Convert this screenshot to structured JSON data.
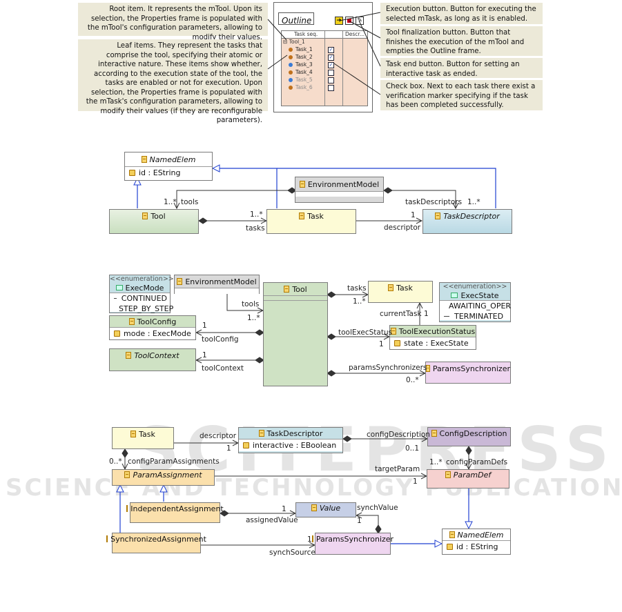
{
  "notes": {
    "root_item": "Root item. It represents the mTool. Upon its selection, the Properties frame is populated with the mTool's configuration parameters, allowing to modify their values.",
    "leaf_items": "Leaf items. They represent the tasks that comprise the tool, specifying their atomic or interactive nature. These items show whether, according to the execution state of the tool, the tasks are enabled or not for execution. Upon selection, the Properties frame is populated with the mTask's configuration parameters, allowing to modify their values (if they are reconfigurable parameters).",
    "execution_button": "Execution button. Button for executing the selected mTask, as long as it is enabled.",
    "tool_finalization_button": "Tool finalization button. Button that finishes the execution of the mTool and empties the Outline frame.",
    "task_end_button": "Task end button. Button for setting an interactive task as ended.",
    "check_box": "Check box. Next to each task there exist a verification marker specifying if the task has been completed successfully."
  },
  "outline": {
    "title": "Outline",
    "col_task": "Task seq.",
    "col_desc": "Descr...",
    "root": "Tool_1",
    "tasks": [
      "Task_1",
      "Task_2",
      "Task_3",
      "Task_4",
      "Task_5",
      "Task_6"
    ]
  },
  "d1": {
    "named_elem": "NamedElem",
    "id_attr": "id : EString",
    "env_model": "EnvironmentModel",
    "tool": "Tool",
    "task": "Task",
    "task_descriptor": "TaskDescriptor",
    "lbl_tools_mult": "1..*",
    "lbl_tools": "tools",
    "lbl_tasks_mult": "1..*",
    "lbl_tasks": "tasks",
    "lbl_taskdesc": "taskDescriptors",
    "lbl_taskdesc_mult": "1..*",
    "lbl_desc_mult": "1",
    "lbl_descriptor": "descriptor"
  },
  "d2": {
    "enum_stereo": "<<enumeration>>",
    "exec_mode": "ExecMode",
    "lit_continued": "CONTINUED",
    "lit_step": "STEP_BY_STEP",
    "env_model": "EnvironmentModel",
    "tool": "Tool",
    "task": "Task",
    "exec_state": "ExecState",
    "lit_awaiting": "AWAITING_OPER",
    "lit_terminated": "TERMINATED",
    "tool_config": "ToolConfig",
    "mode_attr": "mode : ExecMode",
    "tool_context": "ToolContext",
    "tool_exec_status": "ToolExecutionStatus",
    "state_attr": "state : ExecState",
    "params_sync": "ParamsSynchronizer",
    "lbl_tasks": "tasks",
    "lbl_tasks_mult": "1..*",
    "lbl_tools": "tools",
    "lbl_tools_mult": "1..*",
    "lbl_current": "currentTask",
    "lbl_current_mult": "1",
    "lbl_cfg_mult": "1",
    "lbl_cfg": "toolConfig",
    "lbl_status": "toolExecStatus",
    "lbl_status_mult": "1",
    "lbl_ctx_mult": "1",
    "lbl_ctx": "toolContext",
    "lbl_ps": "paramsSynchronizers",
    "lbl_ps_mult": "0..*"
  },
  "d3": {
    "task": "Task",
    "task_descriptor": "TaskDescriptor",
    "interactive_attr": "interactive : EBoolean",
    "config_desc": "ConfigDescription",
    "param_assign": "ParamAssignment",
    "param_def": "ParamDef",
    "indep_assign": "IndependentAssignment",
    "value": "Value",
    "sync_assign": "SynchronizedAssignment",
    "params_sync": "ParamsSynchronizer",
    "named_elem": "NamedElem",
    "id_attr": "id : EString",
    "lbl_descriptor": "descriptor",
    "lbl_desc_mult": "1",
    "lbl_cfgdesc": "configDescription",
    "lbl_cfgdesc_mult": "0..1",
    "lbl_cpa_mult": "0..*",
    "lbl_cpa": "configParamAssignments",
    "lbl_target": "targetParam",
    "lbl_target_mult": "1",
    "lbl_cpd_mult": "1..*",
    "lbl_cpd": "configParamDefs",
    "lbl_assigned_mult": "1",
    "lbl_assigned": "assignedValue",
    "lbl_synchvalue": "synchValue",
    "lbl_synchvalue_mult": "1",
    "lbl_synchsrc_mult": "1",
    "lbl_synchsrc": "synchSource"
  },
  "watermark": {
    "line1": "SCITEPRESS",
    "line2": "SCIENCE AND TECHNOLOGY PUBLICATIONS"
  },
  "colors": {
    "green": "#cfe2c4",
    "yellow": "#fdfbd4",
    "blue": "#c9e3ec",
    "grey": "#d9d9d9",
    "violet": "#efd6f0",
    "orange": "#fbe0ac",
    "red": "#f6d1cf",
    "purple": "#c9b8d6",
    "teal": "#c6e0e6"
  }
}
